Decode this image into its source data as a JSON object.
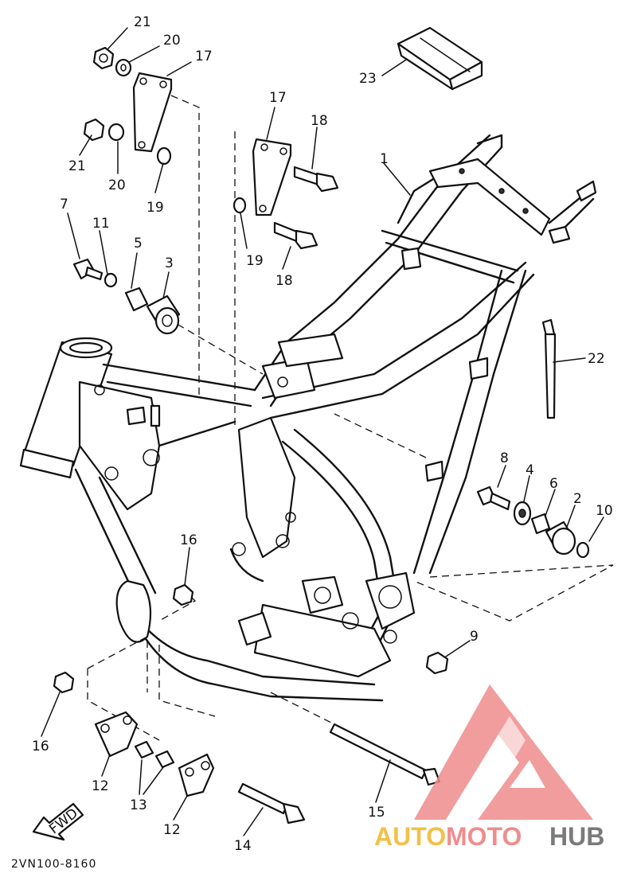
{
  "diagram": {
    "part_callouts": [
      "1",
      "2",
      "3",
      "4",
      "5",
      "6",
      "7",
      "8",
      "9",
      "10",
      "11",
      "12",
      "12",
      "13",
      "14",
      "15",
      "16",
      "16",
      "17",
      "17",
      "18",
      "18",
      "19",
      "19",
      "20",
      "20",
      "21",
      "21",
      "22",
      "23"
    ],
    "direction_label": "FWD",
    "drawing_code": "2VN100-8160"
  },
  "watermark": {
    "brand_part1": "AUTO",
    "brand_part2": "MOTO",
    "brand_part3": "HUB",
    "colors": {
      "auto": "#f3c04a",
      "moto": "#ef8d8d",
      "hub": "#7a7a7a",
      "logo": "#ef7f7f"
    }
  }
}
